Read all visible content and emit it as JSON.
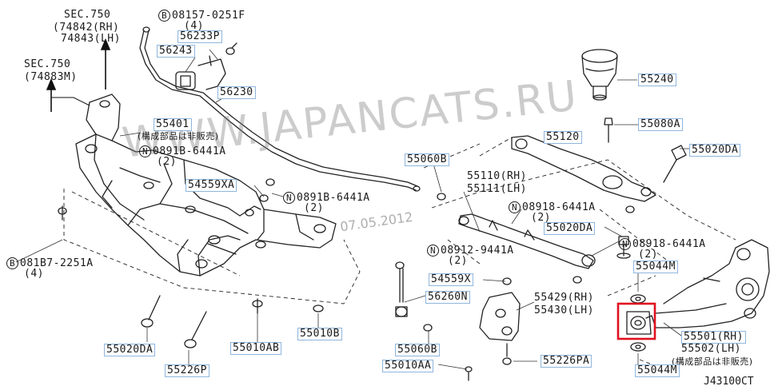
{
  "diagram": {
    "watermark": "WWW.JAPANCATS.RU",
    "date": "07.05.2012",
    "drawing_code": "J43100CT",
    "labels": {
      "sec750_a": "SEC.750",
      "sec750_a_rh": "(74842(RH)",
      "sec750_a_lh": "74843(LH)",
      "sec750_b": "SEC.750",
      "sec750_b_sub": "(74883M)",
      "b_bolt_top": "08157-0251F",
      "b_bolt_top_qty": "(4)",
      "p56233": "56233P",
      "p56243": "56243",
      "p56230": "56230",
      "p55401": "55401",
      "p55401_note": "(構成部品は非販売)",
      "n_top": "0891B-6441A",
      "n_top_qty": "(2)",
      "p54559xa": "54559XA",
      "n_mid": "0891B-6441A",
      "n_mid_qty": "(2)",
      "p55060b_top": "55060B",
      "p55120": "55120",
      "p55110": "55110(RH)",
      "p55111": "55111(LH)",
      "n_right": "08918-6441A",
      "n_right_qty": "(2)",
      "p55020da_mid": "55020DA",
      "p55240": "55240",
      "p55080a": "55080A",
      "p55020da_right": "55020DA",
      "n_far": "08918-6441A",
      "n_far_qty": "(2)",
      "p55044m_top": "55044M",
      "b_bolt_left": "081B7-2251A",
      "b_bolt_left_qty": "(4)",
      "n_low": "08912-9441A",
      "n_low_qty": "(2)",
      "p54559x": "54559X",
      "p56260n": "56260N",
      "p55429": "55429(RH)",
      "p55430": "55430(LH)",
      "p55501": "55501(RH)",
      "p55502": "55502(LH)",
      "p55501_note": "(構成部品は非販売)",
      "p55020da_bot": "55020DA",
      "p55010ab": "55010AB",
      "p55010b": "55010B",
      "p55060b_bot": "55060B",
      "p55010aa": "55010AA",
      "p55226pa": "55226PA",
      "p55226p": "55226P",
      "p55044m_bot": "55044M"
    },
    "prefix": {
      "b": "B",
      "n": "N"
    },
    "highlight_color": "#e01020",
    "leader_color": "#8fb6dc"
  }
}
